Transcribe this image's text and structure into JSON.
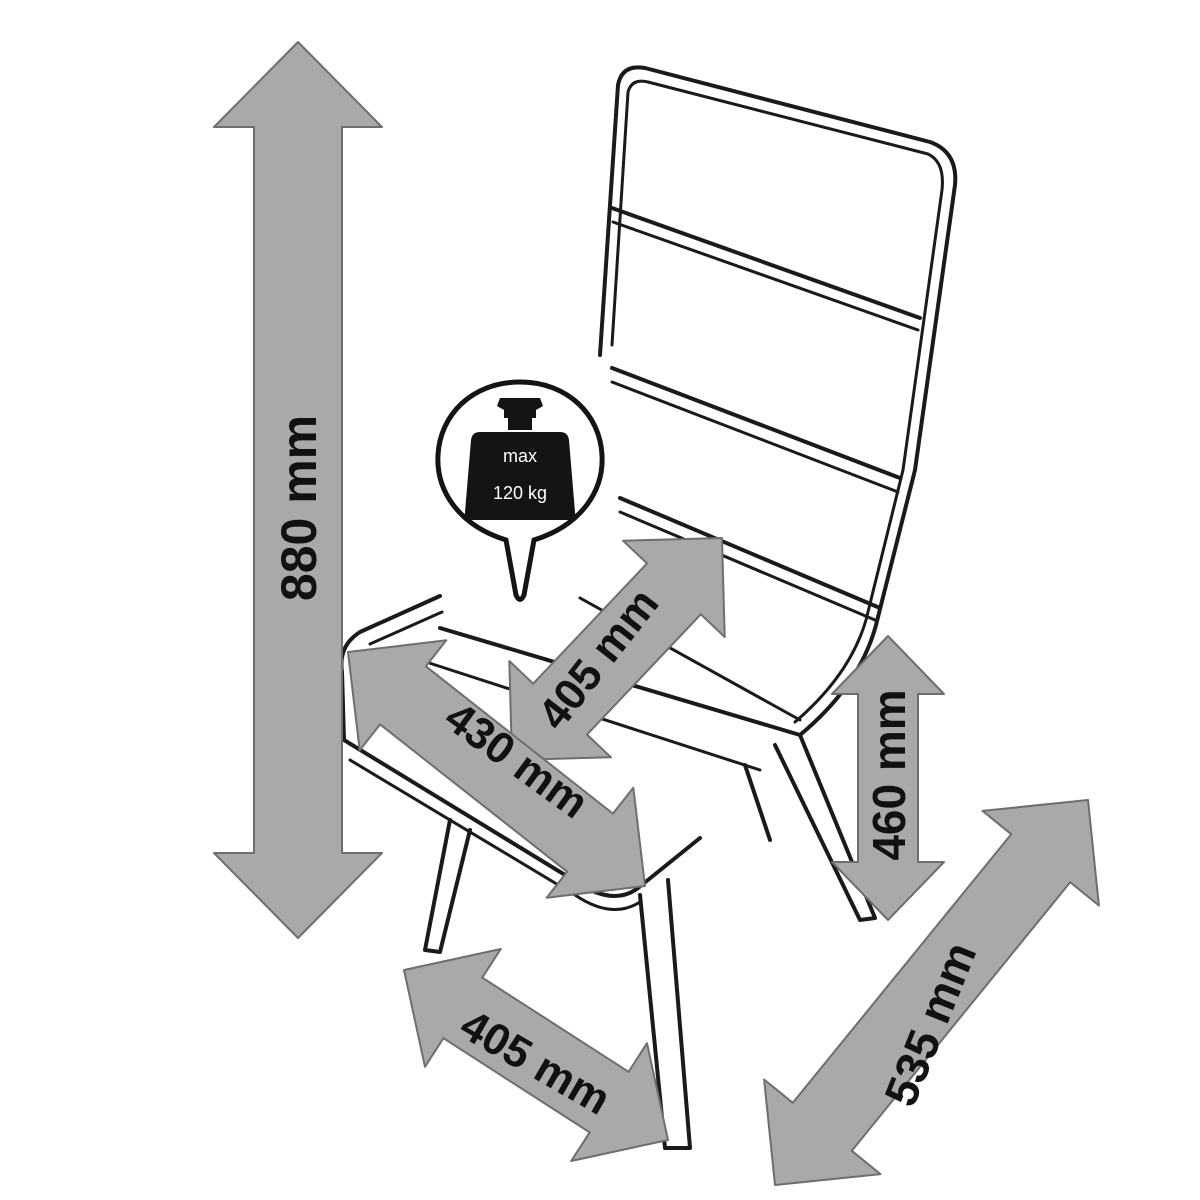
{
  "colors": {
    "arrow_fill": "#a9a9a9",
    "arrow_stroke": "#6e6e6e",
    "line": "#1a1a1a",
    "weight_fill": "#141414",
    "background": "#ffffff"
  },
  "dimensions": {
    "height_total": "880 mm",
    "seat_depth": "405 mm",
    "seat_width": "430 mm",
    "seat_height": "460 mm",
    "base_width": "405 mm",
    "base_depth": "535 mm"
  },
  "weight_badge": {
    "icon": "weight-icon",
    "line1": "max",
    "line2": "120 kg"
  }
}
